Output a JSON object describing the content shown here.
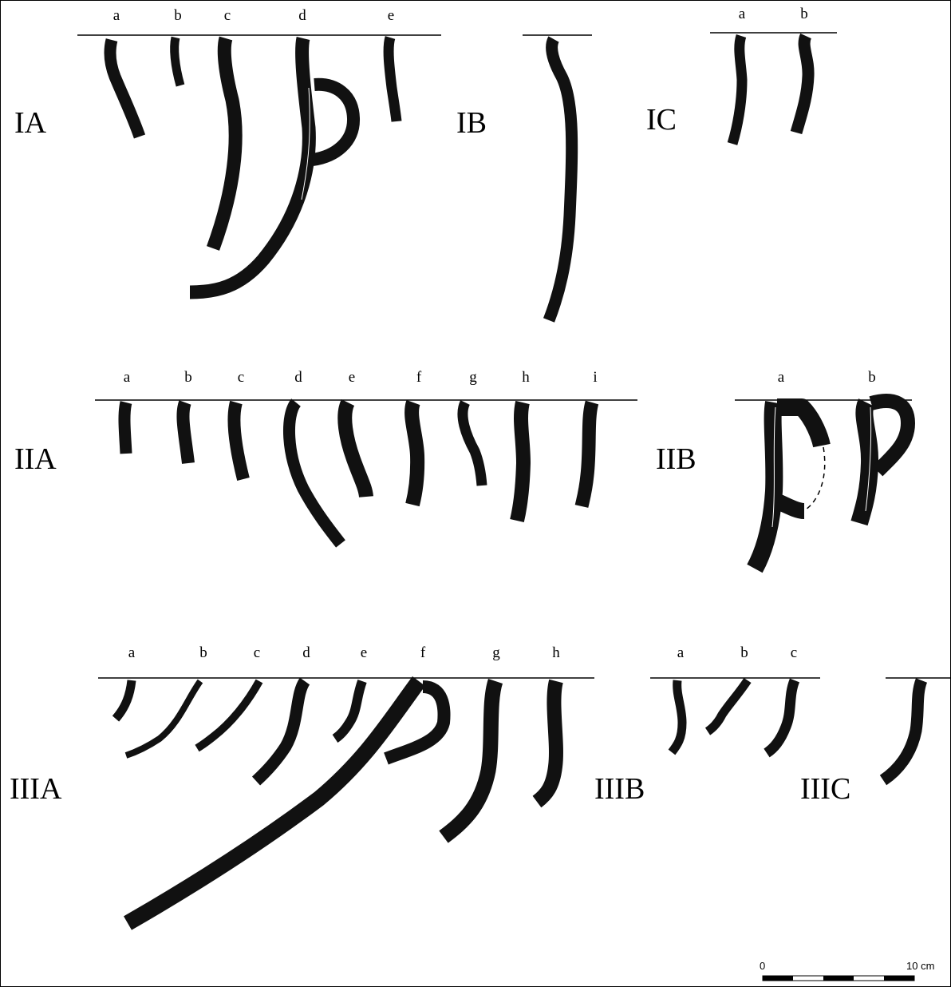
{
  "figure": {
    "groups": [
      {
        "id": "IA",
        "label": "IA",
        "sherds": [
          "a",
          "b",
          "c",
          "d",
          "e"
        ]
      },
      {
        "id": "IB",
        "label": "IB",
        "sherds": []
      },
      {
        "id": "IC",
        "label": "IC",
        "sherds": [
          "a",
          "b"
        ]
      },
      {
        "id": "IIA",
        "label": "IIA",
        "sherds": [
          "a",
          "b",
          "c",
          "d",
          "e",
          "f",
          "g",
          "h",
          "i"
        ]
      },
      {
        "id": "IIB",
        "label": "IIB",
        "sherds": [
          "a",
          "b"
        ]
      },
      {
        "id": "IIIA",
        "label": "IIIA",
        "sherds": [
          "a",
          "b",
          "c",
          "d",
          "e",
          "f",
          "g",
          "h"
        ]
      },
      {
        "id": "IIIB",
        "label": "IIIB",
        "sherds": [
          "a",
          "b",
          "c"
        ]
      },
      {
        "id": "IIIC",
        "label": "IIIC",
        "sherds": []
      }
    ],
    "scale_bar": {
      "start_label": "0",
      "end_label": "10 cm"
    },
    "colors": {
      "profile_fill": "#111111",
      "line": "#000000",
      "background": "#ffffff"
    }
  }
}
